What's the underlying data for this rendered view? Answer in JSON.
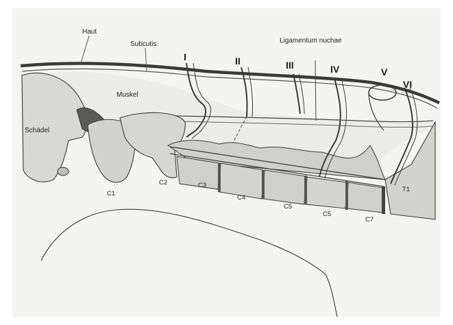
{
  "labels": {
    "haut": "Haut",
    "subcutis": "Subcutis",
    "ligamentum": "Ligamentum nuchae",
    "muskel": "Muskel",
    "schaedel": "Schädel"
  },
  "bands": [
    "I",
    "II",
    "III",
    "IV",
    "V",
    "VI"
  ],
  "vertebrae": [
    "C1",
    "C2",
    "C3",
    "C4",
    "C5",
    "C5",
    "C7",
    "T1"
  ],
  "colors": {
    "paper": "#f4f4f2",
    "skin": "#4a4a4a",
    "bone_fill": "#cfcfcc",
    "line": "#3a3a3a"
  }
}
